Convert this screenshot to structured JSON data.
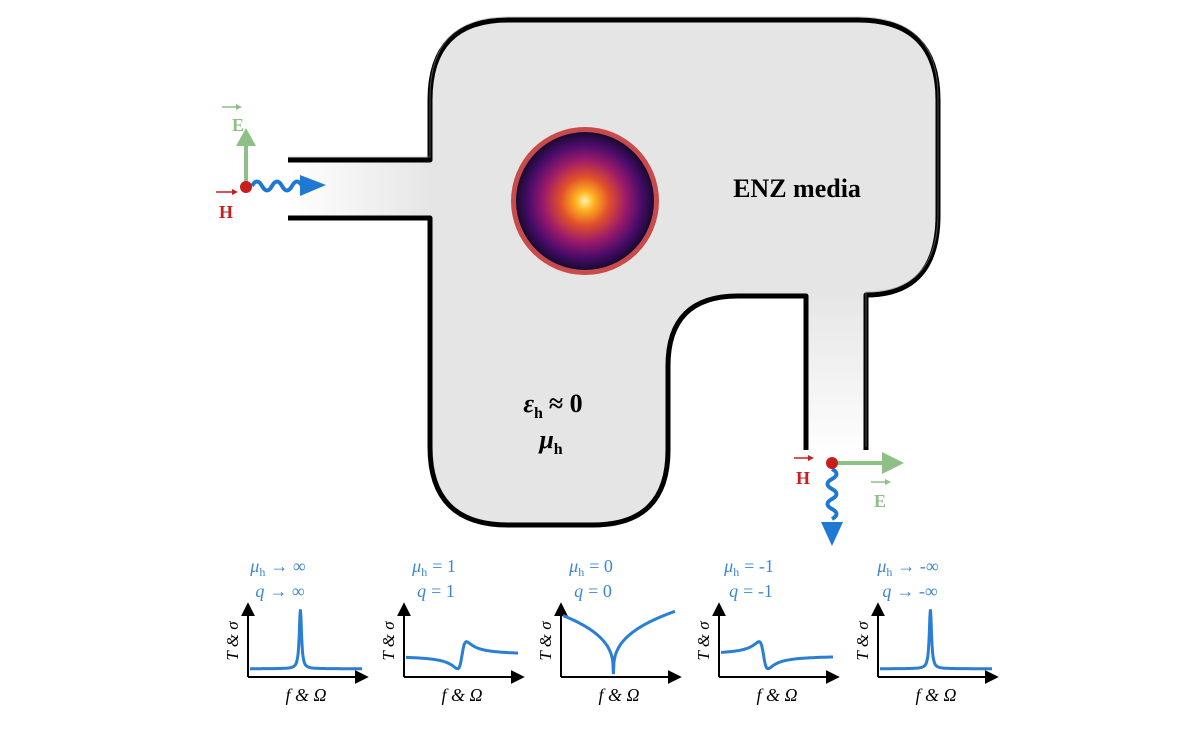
{
  "diagram": {
    "region_label": "ENZ media",
    "epsilon_label": "≈ 0",
    "epsilon_symbol": "ε",
    "mu_symbol": "μ",
    "subscript_h": "h",
    "input_E_label": "E",
    "input_H_label": "H",
    "output_E_label": "E",
    "output_H_label": "H",
    "colors": {
      "body_fill": "#e5e5e5",
      "outline": "#000000",
      "wave": "#1f78d1",
      "E_arrow": "#8dbf86",
      "H_dot": "#c81e1e",
      "curve": "#2a7fd4",
      "label_blue": "#3b86d6"
    }
  },
  "panels": [
    {
      "line1": "μ h → ∞",
      "mu": "μ",
      "sub": "h",
      "rel1": "→ ∞",
      "q": "q",
      "rel2": "→ ∞",
      "ylabel": "T & σ",
      "xlabel": "f & Ω",
      "shape": "narrow-peak"
    },
    {
      "line1": "μ h = 1",
      "mu": "μ",
      "sub": "h",
      "rel1": "= 1",
      "q": "q",
      "rel2": "= 1",
      "ylabel": "T & σ",
      "xlabel": "f & Ω",
      "shape": "fano-q1"
    },
    {
      "line1": "μ h = 0",
      "mu": "μ",
      "sub": "h",
      "rel1": "= 0",
      "q": "q",
      "rel2": "= 0",
      "ylabel": "T & σ",
      "xlabel": "f & Ω",
      "shape": "dip"
    },
    {
      "line1": "μ h = -1",
      "mu": "μ",
      "sub": "h",
      "rel1": "= -1",
      "q": "q",
      "rel2": "= -1",
      "ylabel": "T & σ",
      "xlabel": "f & Ω",
      "shape": "fano-qm1"
    },
    {
      "line1": "μ h → -∞",
      "mu": "μ",
      "sub": "h",
      "rel1": "→ -∞",
      "q": "q",
      "rel2": "→ -∞",
      "ylabel": "T & σ",
      "xlabel": "f & Ω",
      "shape": "narrow-peak"
    }
  ]
}
